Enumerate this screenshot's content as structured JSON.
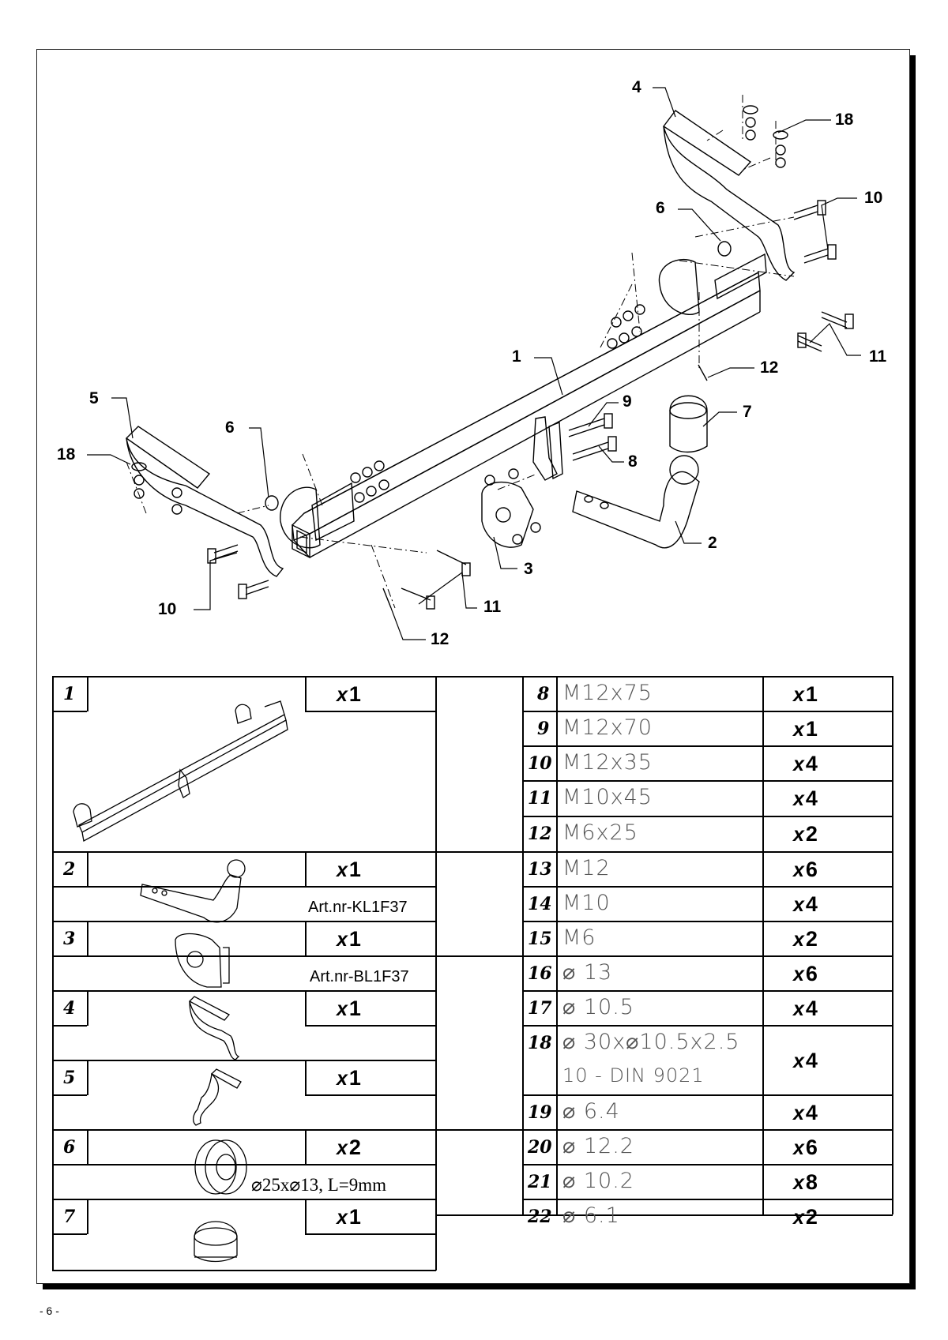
{
  "callouts": {
    "c1": "1",
    "c2": "2",
    "c3": "3",
    "c4": "4",
    "c5": "5",
    "c6a": "6",
    "c6b": "6",
    "c7": "7",
    "c8": "8",
    "c9": "9",
    "c10a": "10",
    "c10b": "10",
    "c11a": "11",
    "c11b": "11",
    "c12a": "12",
    "c12b": "12",
    "c18a": "18",
    "c18b": "18"
  },
  "left_parts": [
    {
      "no": "1",
      "qty_prefix": "x",
      "qty": "1",
      "note": ""
    },
    {
      "no": "2",
      "qty_prefix": "x",
      "qty": "1",
      "note": "Art.nr-KL1F37"
    },
    {
      "no": "3",
      "qty_prefix": "x",
      "qty": "1",
      "note": "Art.nr-BL1F37"
    },
    {
      "no": "4",
      "qty_prefix": "x",
      "qty": "1",
      "note": ""
    },
    {
      "no": "5",
      "qty_prefix": "x",
      "qty": "1",
      "note": ""
    },
    {
      "no": "6",
      "qty_prefix": "x",
      "qty": "2",
      "note": "⌀25x⌀13, L=9mm"
    },
    {
      "no": "7",
      "qty_prefix": "x",
      "qty": "1",
      "note": ""
    }
  ],
  "right_parts": [
    {
      "no": "8",
      "spec": "M12x75",
      "qty_prefix": "x",
      "qty": "1"
    },
    {
      "no": "9",
      "spec": "M12x70",
      "qty_prefix": "x",
      "qty": "1"
    },
    {
      "no": "10",
      "spec": "M12x35",
      "qty_prefix": "x",
      "qty": "4"
    },
    {
      "no": "11",
      "spec": "M10x45",
      "qty_prefix": "x",
      "qty": "4"
    },
    {
      "no": "12",
      "spec": "M6x25",
      "qty_prefix": "x",
      "qty": "2"
    },
    {
      "no": "13",
      "spec": "M12",
      "qty_prefix": "x",
      "qty": "6"
    },
    {
      "no": "14",
      "spec": "M10",
      "qty_prefix": "x",
      "qty": "4"
    },
    {
      "no": "15",
      "spec": "M6",
      "qty_prefix": "x",
      "qty": "2"
    },
    {
      "no": "16",
      "spec": "⌀ 13",
      "qty_prefix": "x",
      "qty": "6"
    },
    {
      "no": "17",
      "spec": "⌀ 10.5",
      "qty_prefix": "x",
      "qty": "4"
    },
    {
      "no": "18",
      "spec": "⌀ 30x⌀10.5x2.5",
      "spec2": "10 - DIN 9021",
      "qty_prefix": "x",
      "qty": "4"
    },
    {
      "no": "19",
      "spec": "⌀ 6.4",
      "qty_prefix": "x",
      "qty": "4"
    },
    {
      "no": "20",
      "spec": "⌀ 12.2",
      "qty_prefix": "x",
      "qty": "6"
    },
    {
      "no": "21",
      "spec": "⌀ 10.2",
      "qty_prefix": "x",
      "qty": "8"
    },
    {
      "no": "22",
      "spec": "⌀ 6.1",
      "qty_prefix": "x",
      "qty": "2"
    }
  ],
  "page_number": "- 6 -"
}
